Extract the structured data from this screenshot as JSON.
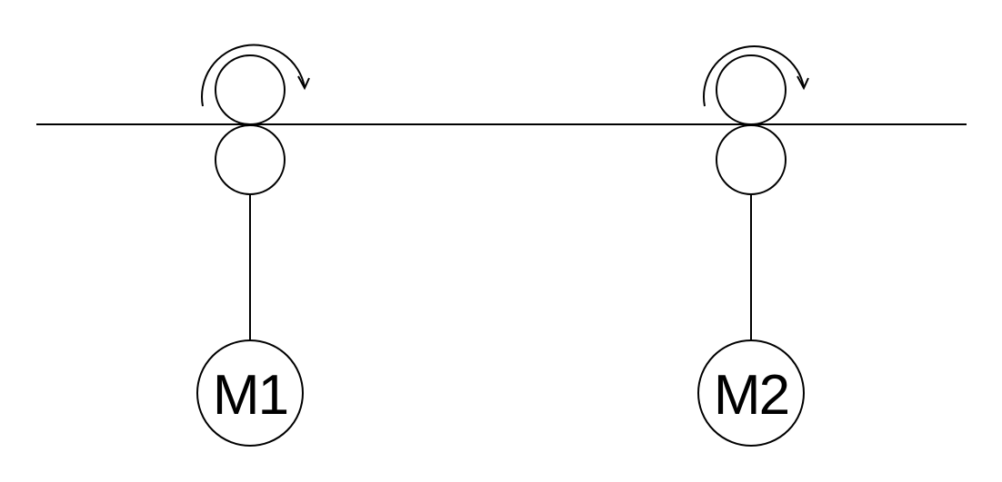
{
  "diagram": {
    "stroke_color": "#000000",
    "background_color": "#ffffff",
    "motors": [
      {
        "label": "M1"
      },
      {
        "label": "M2"
      }
    ],
    "rollers": [
      {
        "rotation": "clockwise"
      },
      {
        "rotation": "clockwise"
      }
    ]
  }
}
